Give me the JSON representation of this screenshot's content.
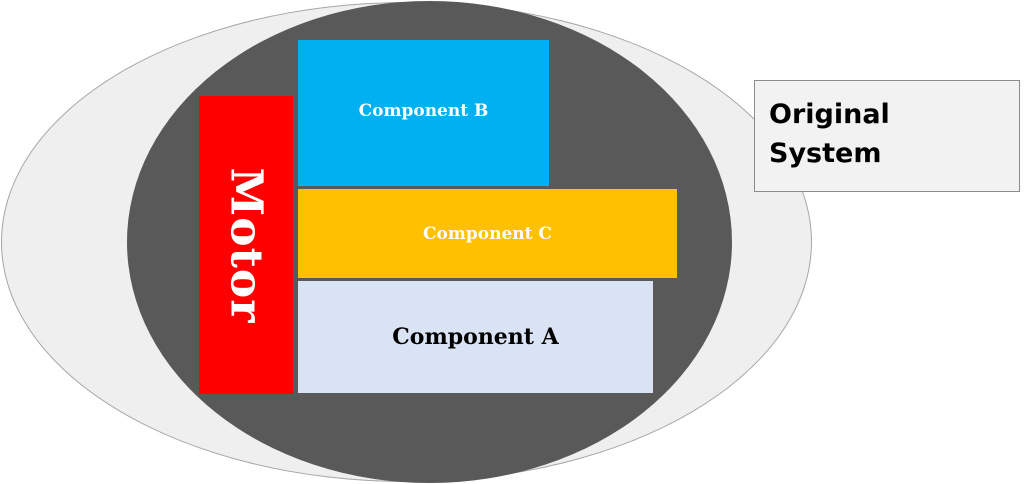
{
  "diagram": {
    "label_box": {
      "text": "Original\nSystem"
    },
    "motor": {
      "label": "Motor"
    },
    "components": {
      "a": {
        "label": "Component A"
      },
      "b": {
        "label": "Component B"
      },
      "c": {
        "label": "Component C"
      }
    }
  },
  "colors": {
    "outer_ellipse": "#efefef",
    "inner_ellipse": "#595959",
    "motor": "#ff0000",
    "component_a": "#dae3f3",
    "component_b": "#00b0f0",
    "component_c": "#ffc000",
    "label_box": "#f2f2f2"
  }
}
